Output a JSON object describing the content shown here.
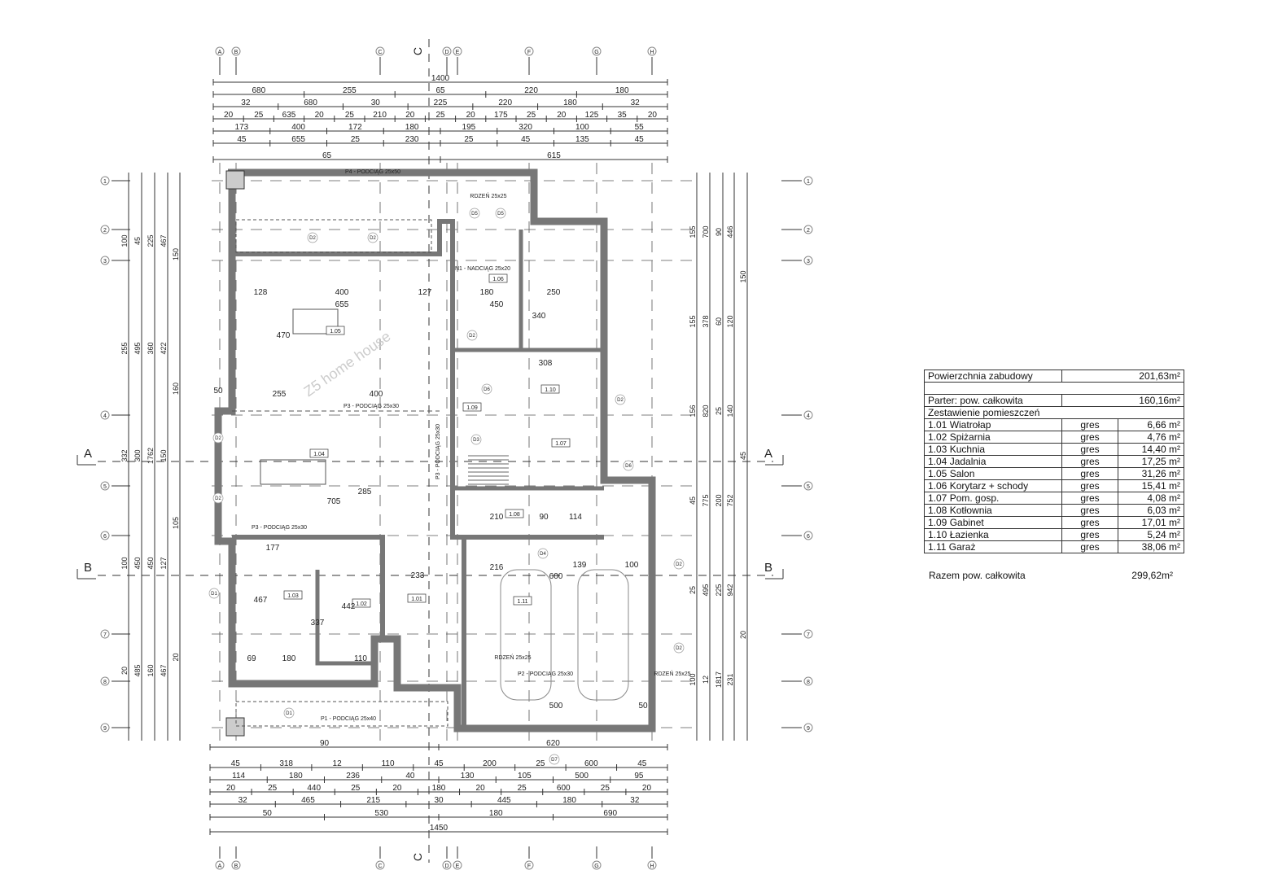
{
  "plan": {
    "axes_x": [
      "A",
      "B",
      "C",
      "D",
      "E",
      "F",
      "G",
      "H"
    ],
    "axes_y": [
      "1",
      "2",
      "3",
      "4",
      "5",
      "6",
      "7",
      "8",
      "9"
    ],
    "section_marks": [
      "A",
      "B"
    ],
    "section_c": "C",
    "top_dims": [
      [
        "1400"
      ],
      [
        "680",
        "255",
        "65",
        "220",
        "180"
      ],
      [
        "32",
        "680",
        "30",
        "225",
        "220",
        "180",
        "32"
      ],
      [
        "20",
        "25",
        "635",
        "20",
        "25",
        "210",
        "20",
        "25",
        "20",
        "175",
        "25",
        "20",
        "125",
        "35",
        "20"
      ],
      [
        "173",
        "400",
        "172",
        "180",
        "195",
        "320",
        "100",
        "55"
      ],
      [
        "45",
        "655",
        "25",
        "230",
        "25",
        "45",
        "135",
        "45"
      ],
      [
        "65",
        "615"
      ]
    ],
    "bottom_dims": [
      [
        "90",
        "620"
      ],
      [
        "45",
        "318",
        "12",
        "110",
        "45",
        "200",
        "25",
        "600",
        "45"
      ],
      [
        "114",
        "180",
        "236",
        "40",
        "130",
        "105",
        "500",
        "95"
      ],
      [
        "20",
        "25",
        "440",
        "25",
        "20",
        "180",
        "20",
        "25",
        "600",
        "25",
        "20"
      ],
      [
        "32",
        "465",
        "215",
        "30",
        "445",
        "180",
        "32"
      ],
      [
        "50",
        "530",
        "180",
        "690"
      ],
      [
        "1450"
      ]
    ],
    "left_dims": [
      "100",
      "255",
      "332",
      "100",
      "20",
      "45",
      "495",
      "300",
      "450",
      "485",
      "225",
      "360",
      "1762",
      "450",
      "160",
      "467",
      "422",
      "150",
      "127",
      "467",
      "150",
      "160",
      "105",
      "20"
    ],
    "right_dims": [
      "155",
      "155",
      "156",
      "45",
      "25",
      "100",
      "700",
      "378",
      "820",
      "775",
      "495",
      "12",
      "90",
      "60",
      "25",
      "200",
      "225",
      "1817",
      "446",
      "120",
      "140",
      "752",
      "942",
      "231",
      "150",
      "45",
      "20"
    ],
    "rooms": [
      "1.01",
      "1.02",
      "1.03",
      "1.04",
      "1.05",
      "1.06",
      "1.07",
      "1.08",
      "1.09",
      "1.10",
      "1.11"
    ],
    "beams": [
      "P4 - PODCIĄG 25x50",
      "RDZEŃ 25x25",
      "N1 - NADCIĄG 25x20",
      "P3 - PODCIĄG 25x30",
      "P3 - PODCIĄG 25x30",
      "P2 - PODCIĄG 25x30",
      "RDZEŃ 25x25",
      "RDZEŃ 25x25",
      "P1 - PODCIĄG 25x40",
      "P3 - PODCIĄG 25x30"
    ],
    "inner_dims": [
      "400",
      "128",
      "655",
      "127",
      "180",
      "250",
      "450",
      "340",
      "400",
      "308",
      "470",
      "255",
      "285",
      "705",
      "210",
      "90",
      "114",
      "600",
      "500",
      "233",
      "216",
      "139",
      "100",
      "180",
      "69",
      "110",
      "337",
      "442",
      "177",
      "467",
      "50",
      "50"
    ],
    "doors": [
      "D2",
      "D2",
      "D5",
      "D5",
      "D2",
      "D6",
      "D3",
      "D4",
      "D1",
      "D2",
      "D2",
      "D2",
      "D2",
      "D1",
      "D7",
      "D6",
      "D2"
    ],
    "watermark": "Z5 home house"
  },
  "table": {
    "built_area_label": "Powierzchnia zabudowy",
    "built_area_value": "201,63m²",
    "ground_label": "Parter: pow. całkowita",
    "ground_value": "160,16m²",
    "list_label": "Zestawienie pomieszczeń",
    "rooms": [
      {
        "name": "1.01 Wiatrołap",
        "floor": "gres",
        "area": "6,66 m²"
      },
      {
        "name": "1.02 Spiżarnia",
        "floor": "gres",
        "area": "4,76 m²"
      },
      {
        "name": "1.03 Kuchnia",
        "floor": "gres",
        "area": "14,40 m²"
      },
      {
        "name": "1.04 Jadalnia",
        "floor": "gres",
        "area": "17,25 m²"
      },
      {
        "name": "1.05 Salon",
        "floor": "gres",
        "area": "31,26 m²"
      },
      {
        "name": "1.06 Korytarz + schody",
        "floor": "gres",
        "area": "15,41 m²"
      },
      {
        "name": "1.07 Pom. gosp.",
        "floor": "gres",
        "area": "4,08 m²"
      },
      {
        "name": "1.08 Kotłownia",
        "floor": "gres",
        "area": "6,03 m²"
      },
      {
        "name": "1.09 Gabinet",
        "floor": "gres",
        "area": "17,01 m²"
      },
      {
        "name": "1.10 Łazienka",
        "floor": "gres",
        "area": "5,24 m²"
      },
      {
        "name": "1.11 Garaż",
        "floor": "gres",
        "area": "38,06 m²"
      }
    ],
    "total_label": "Razem pow. całkowita",
    "total_value": "299,62m²"
  }
}
